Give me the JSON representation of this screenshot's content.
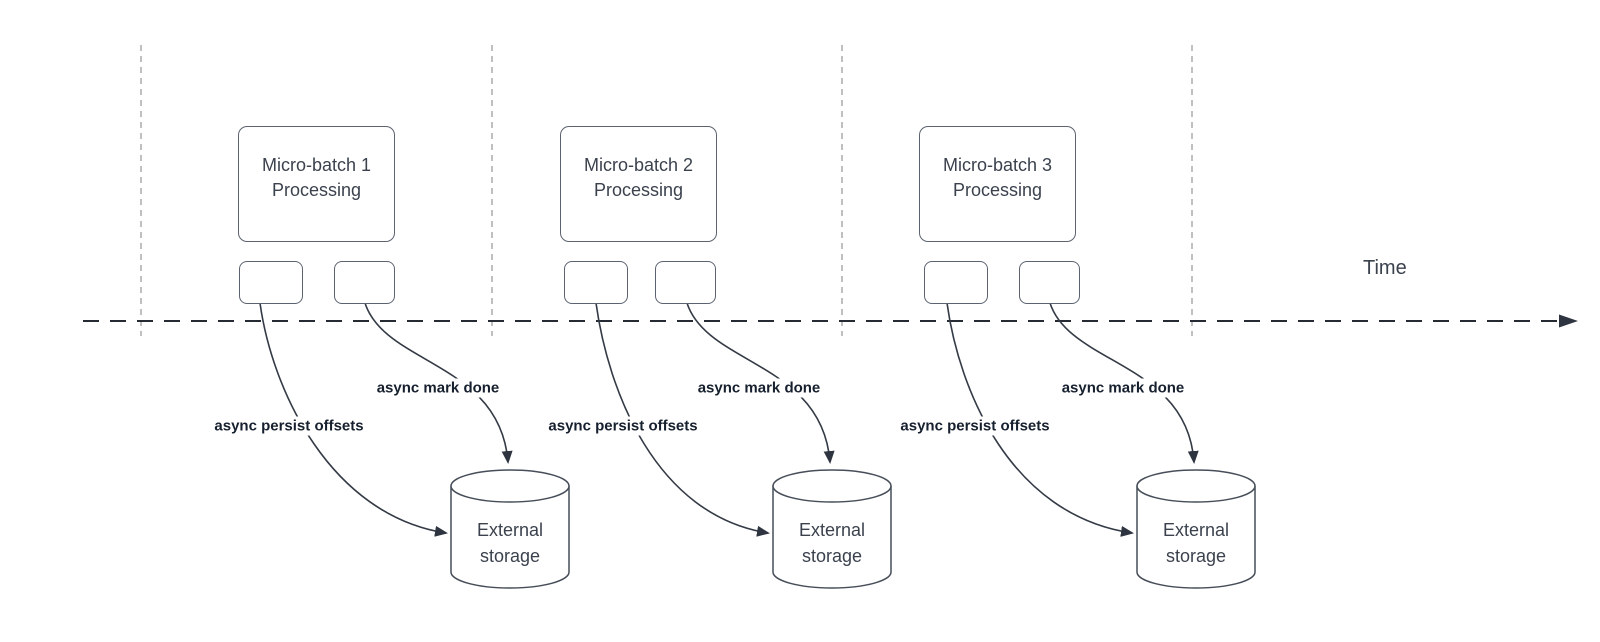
{
  "diagram": {
    "time_label": "Time",
    "groups": [
      {
        "title": "Micro-batch 1 Processing",
        "persist_label": "async persist offsets",
        "done_label": "async mark done",
        "storage_label": "External storage"
      },
      {
        "title": "Micro-batch 2 Processing",
        "persist_label": "async persist offsets",
        "done_label": "async mark done",
        "storage_label": "External storage"
      },
      {
        "title": "Micro-batch 3 Processing",
        "persist_label": "async persist offsets",
        "done_label": "async mark done",
        "storage_label": "External storage"
      }
    ],
    "colors": {
      "background": "#ffffff",
      "shape_border": "#5c6370",
      "flow_line": "#343b46",
      "timeline": "#262b33",
      "guide_line": "#b0b0b0",
      "title_text": "#3b424e",
      "label_text": "#17202e"
    }
  }
}
